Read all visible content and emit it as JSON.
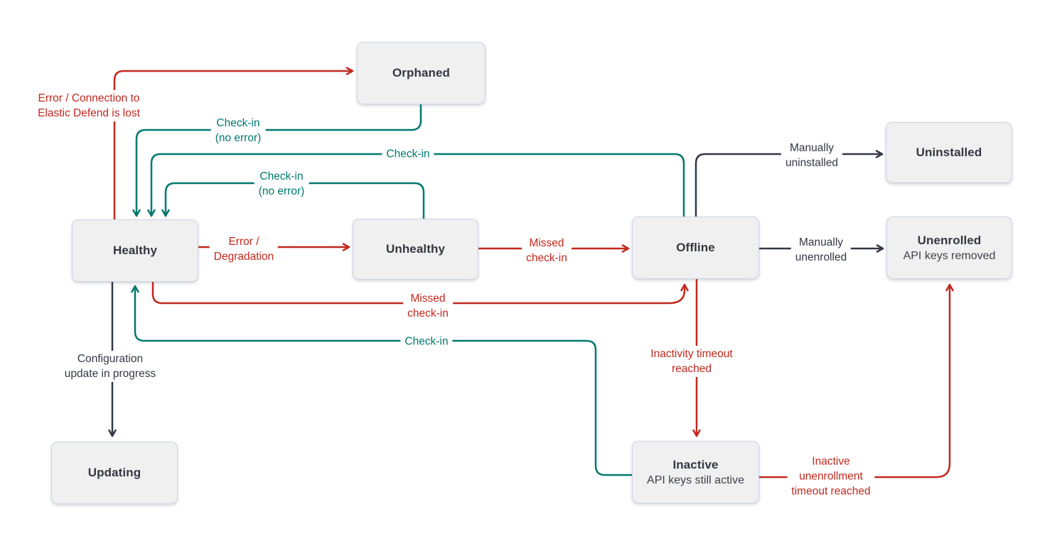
{
  "colors": {
    "error_flow": "#c1281e",
    "healthy_flow": "#00796e",
    "neutral_flow": "#333845",
    "node_fill": "#f0f0f1",
    "node_border": "#ccd4e2",
    "node_text": "#343741"
  },
  "nodes": {
    "orphaned": {
      "label": "Orphaned"
    },
    "uninstalled": {
      "label": "Uninstalled"
    },
    "healthy": {
      "label": "Healthy"
    },
    "unhealthy": {
      "label": "Unhealthy"
    },
    "offline": {
      "label": "Offline"
    },
    "unenrolled": {
      "label": "Unenrolled",
      "sublabel": "API keys removed"
    },
    "updating": {
      "label": "Updating"
    },
    "inactive": {
      "label": "Inactive",
      "sublabel": "API keys still active"
    }
  },
  "edges": {
    "healthy_to_orphaned": {
      "from": "Healthy",
      "to": "Orphaned",
      "color": "red",
      "label": "Error / Connection to\nElastic Defend is lost"
    },
    "orphaned_to_healthy": {
      "from": "Orphaned",
      "to": "Healthy",
      "color": "teal",
      "label": "Check-in\n(no error)"
    },
    "offline_to_healthy": {
      "from": "Offline",
      "to": "Healthy",
      "color": "teal",
      "label": "Check-in"
    },
    "unhealthy_to_healthy": {
      "from": "Unhealthy",
      "to": "Healthy",
      "color": "teal",
      "label": "Check-in\n(no error)"
    },
    "healthy_to_unhealthy": {
      "from": "Healthy",
      "to": "Unhealthy",
      "color": "red",
      "label": "Error /\nDegradation"
    },
    "unhealthy_to_offline": {
      "from": "Unhealthy",
      "to": "Offline",
      "color": "red",
      "label": "Missed\ncheck-in"
    },
    "offline_to_uninstalled": {
      "from": "Offline",
      "to": "Uninstalled",
      "color": "dark",
      "label": "Manually\nuninstalled"
    },
    "offline_to_unenrolled": {
      "from": "Offline",
      "to": "Unenrolled",
      "color": "dark",
      "label": "Manually\nunenrolled"
    },
    "healthy_to_offline": {
      "from": "Healthy",
      "to": "Offline",
      "color": "red",
      "label": "Missed\ncheck-in"
    },
    "offline_to_inactive": {
      "from": "Offline",
      "to": "Inactive",
      "color": "red",
      "label": "Inactivity timeout\nreached"
    },
    "inactive_to_healthy": {
      "from": "Inactive",
      "to": "Healthy",
      "color": "teal",
      "label": "Check-in"
    },
    "inactive_to_unenrolled": {
      "from": "Inactive",
      "to": "Unenrolled",
      "color": "red",
      "label": "Inactive\nunenrollment\ntimeout reached"
    },
    "healthy_to_updating": {
      "from": "Healthy",
      "to": "Updating",
      "color": "dark",
      "label": "Configuration\nupdate in progress"
    }
  }
}
